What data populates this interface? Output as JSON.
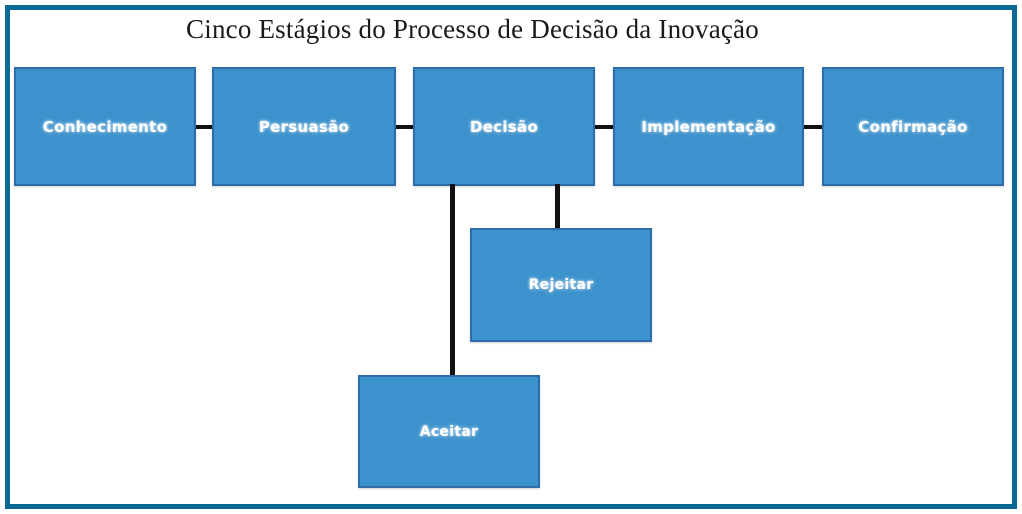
{
  "diagram": {
    "title": "Cinco Estágios do Processo de Decisão da Inovação",
    "type": "flowchart",
    "colors": {
      "frame": "#0b6a94",
      "node_fill": "#3c92cd",
      "node_border": "#2e6da8",
      "connector": "#111111",
      "node_text": "#ffffff",
      "background": "#ffffff",
      "title_text": "#1a1a1a"
    },
    "stages": [
      {
        "id": "conhecimento",
        "label": "Conhecimento"
      },
      {
        "id": "persuasao",
        "label": "Persuasão"
      },
      {
        "id": "decisao",
        "label": "Decisão"
      },
      {
        "id": "implementacao",
        "label": "Implementação"
      },
      {
        "id": "confirmacao",
        "label": "Confirmação"
      }
    ],
    "outcomes": [
      {
        "id": "rejeitar",
        "label": "Rejeitar"
      },
      {
        "id": "aceitar",
        "label": "Aceitar"
      }
    ]
  }
}
